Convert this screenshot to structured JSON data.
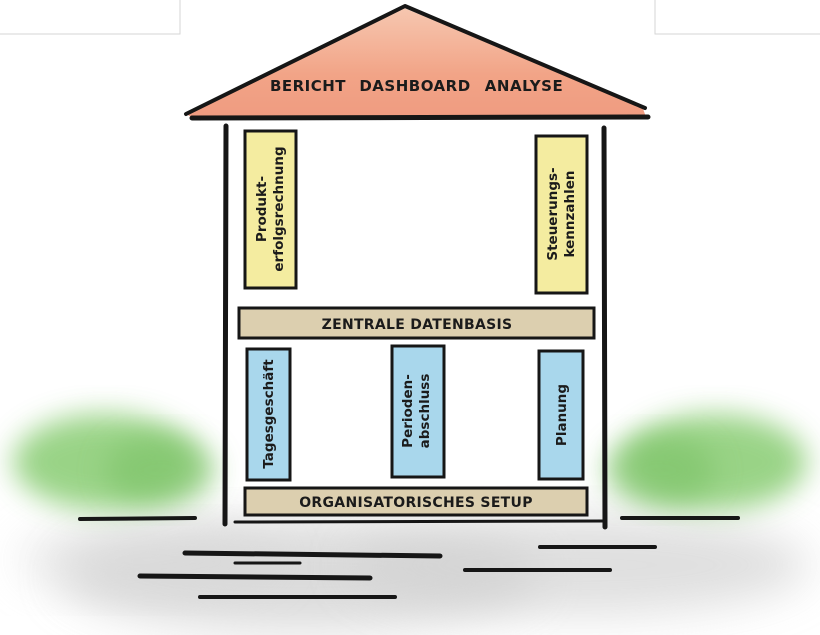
{
  "roof": {
    "items": [
      "BERICHT",
      "DASHBOARD",
      "ANALYSE"
    ]
  },
  "upper_pillars": [
    {
      "line1": "Produkt-",
      "line2": "erfolgsrechnung"
    },
    {
      "line1": "Steuerungs-",
      "line2": "kennzahlen"
    }
  ],
  "middle_beam": {
    "label": "ZENTRALE DATENBASIS"
  },
  "lower_pillars": [
    {
      "line1": "Tagesgeschäft",
      "line2": ""
    },
    {
      "line1": "Perioden-",
      "line2": "abschluss"
    },
    {
      "line1": "Planung",
      "line2": ""
    }
  ],
  "base_beam": {
    "label": "ORGANISATORISCHES SETUP"
  },
  "colors": {
    "roof_fill": "#f3a98a",
    "upper_pillar_fill": "#f4eca0",
    "beam_fill": "#dccfaf",
    "lower_pillar_fill": "#a9d7ec",
    "bush_fill": "#8fcf79",
    "ground_fill": "#c8c8c8",
    "ink": "#1b1b1b"
  }
}
